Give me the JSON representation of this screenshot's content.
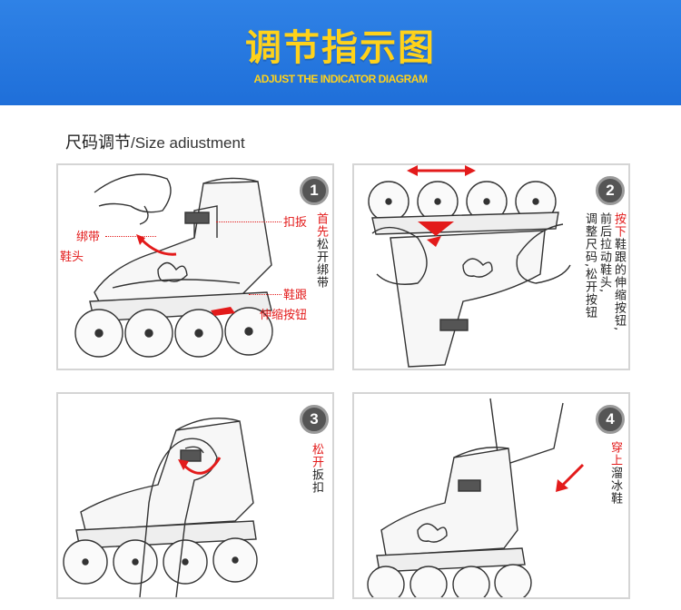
{
  "header": {
    "title": "调节指示图",
    "subtitle": "ADJUST THE INDICATOR DIAGRAM"
  },
  "section": {
    "title_cn": "尺码调节",
    "title_en": "/Size adiustment"
  },
  "steps": [
    {
      "number": "1",
      "instruction_red": "首先",
      "instruction": "松开绑带",
      "labels": {
        "strap": "绑带",
        "toe": "鞋头",
        "buckle": "扣扳",
        "heel": "鞋跟",
        "button": "伸缩按钮"
      }
    },
    {
      "number": "2",
      "instruction_red": "按下",
      "instruction_line1": "鞋跟的伸缩按钮,",
      "instruction_line2": "前后拉动鞋头,",
      "instruction_line3": "调整尺码,松开按钮"
    },
    {
      "number": "3",
      "instruction_red": "松开",
      "instruction": "扳扣"
    },
    {
      "number": "4",
      "instruction_red": "穿上",
      "instruction": "溜冰鞋"
    }
  ],
  "colors": {
    "banner": "#2579e0",
    "title": "#ffd21a",
    "accent_red": "#e31b1b"
  }
}
